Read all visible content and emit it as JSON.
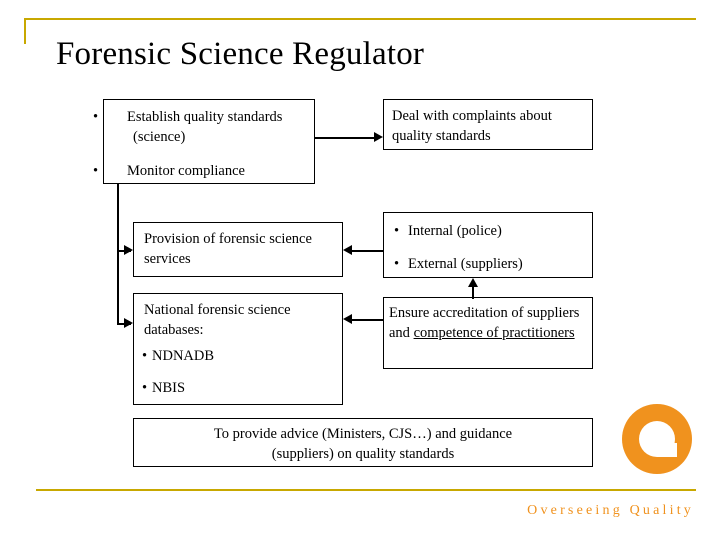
{
  "slide": {
    "title": "Forensic Science Regulator",
    "tagline": "Overseeing Quality"
  },
  "boxes": {
    "standards": {
      "item1_bullet": "•",
      "item1": "Establish quality standards (science)",
      "item2_bullet": "•",
      "item2": "Monitor compliance"
    },
    "complaints": {
      "text": "Deal with complaints about quality standards"
    },
    "provision": {
      "text": "Provision of forensic science services"
    },
    "internal_external": {
      "item1_bullet": "•",
      "item1": "Internal (police)",
      "item2_bullet": "•",
      "item2": "External (suppliers)"
    },
    "databases": {
      "heading": "National forensic science databases:",
      "item1_bullet": "•",
      "item1": "NDNADB",
      "item2_bullet": "•",
      "item2": "NBIS"
    },
    "accreditation": {
      "text_plain": "Ensure accreditation of suppliers and ",
      "text_underlined": "competence of practitioners"
    },
    "advice": {
      "line1": "To provide advice (Ministers, CJS…) and guidance",
      "line2": "(suppliers) on quality standards"
    }
  },
  "colors": {
    "accent": "#c8a800",
    "logo": "#f0921e",
    "text": "#000000",
    "background": "#ffffff"
  }
}
